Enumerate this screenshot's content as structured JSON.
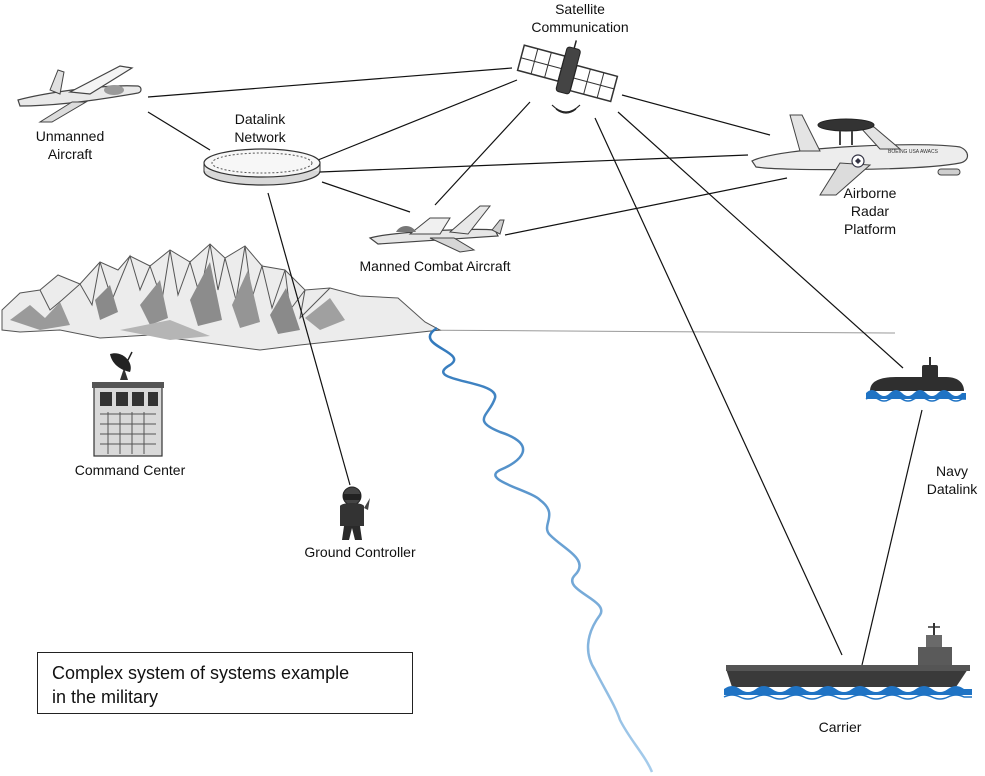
{
  "nodes": {
    "satellite": {
      "line1": "Satellite",
      "line2": "Communication"
    },
    "unmanned": {
      "line1": "Unmanned",
      "line2": "Aircraft"
    },
    "datalink": {
      "line1": "Datalink",
      "line2": "Network"
    },
    "radar": {
      "line1": "Airborne",
      "line2": "Radar",
      "line3": "Platform"
    },
    "manned": {
      "line1": "Manned Combat Aircraft"
    },
    "command": {
      "line1": "Command Center"
    },
    "ground": {
      "line1": "Ground Controller"
    },
    "navy": {
      "line1": "Navy",
      "line2": "Datalink"
    },
    "carrier": {
      "line1": "Carrier"
    }
  },
  "caption": {
    "line1": "Complex system of systems example",
    "line2": "in the military"
  },
  "aircraft_tail_text": "BOEING USA AWACS",
  "colors": {
    "line": "#111111",
    "river_top": "#2f77bb",
    "river_bottom": "#9cc6ea",
    "water": "#1f73c4",
    "hull": "#3a3a3a",
    "mountain": "#8c8c8c"
  }
}
